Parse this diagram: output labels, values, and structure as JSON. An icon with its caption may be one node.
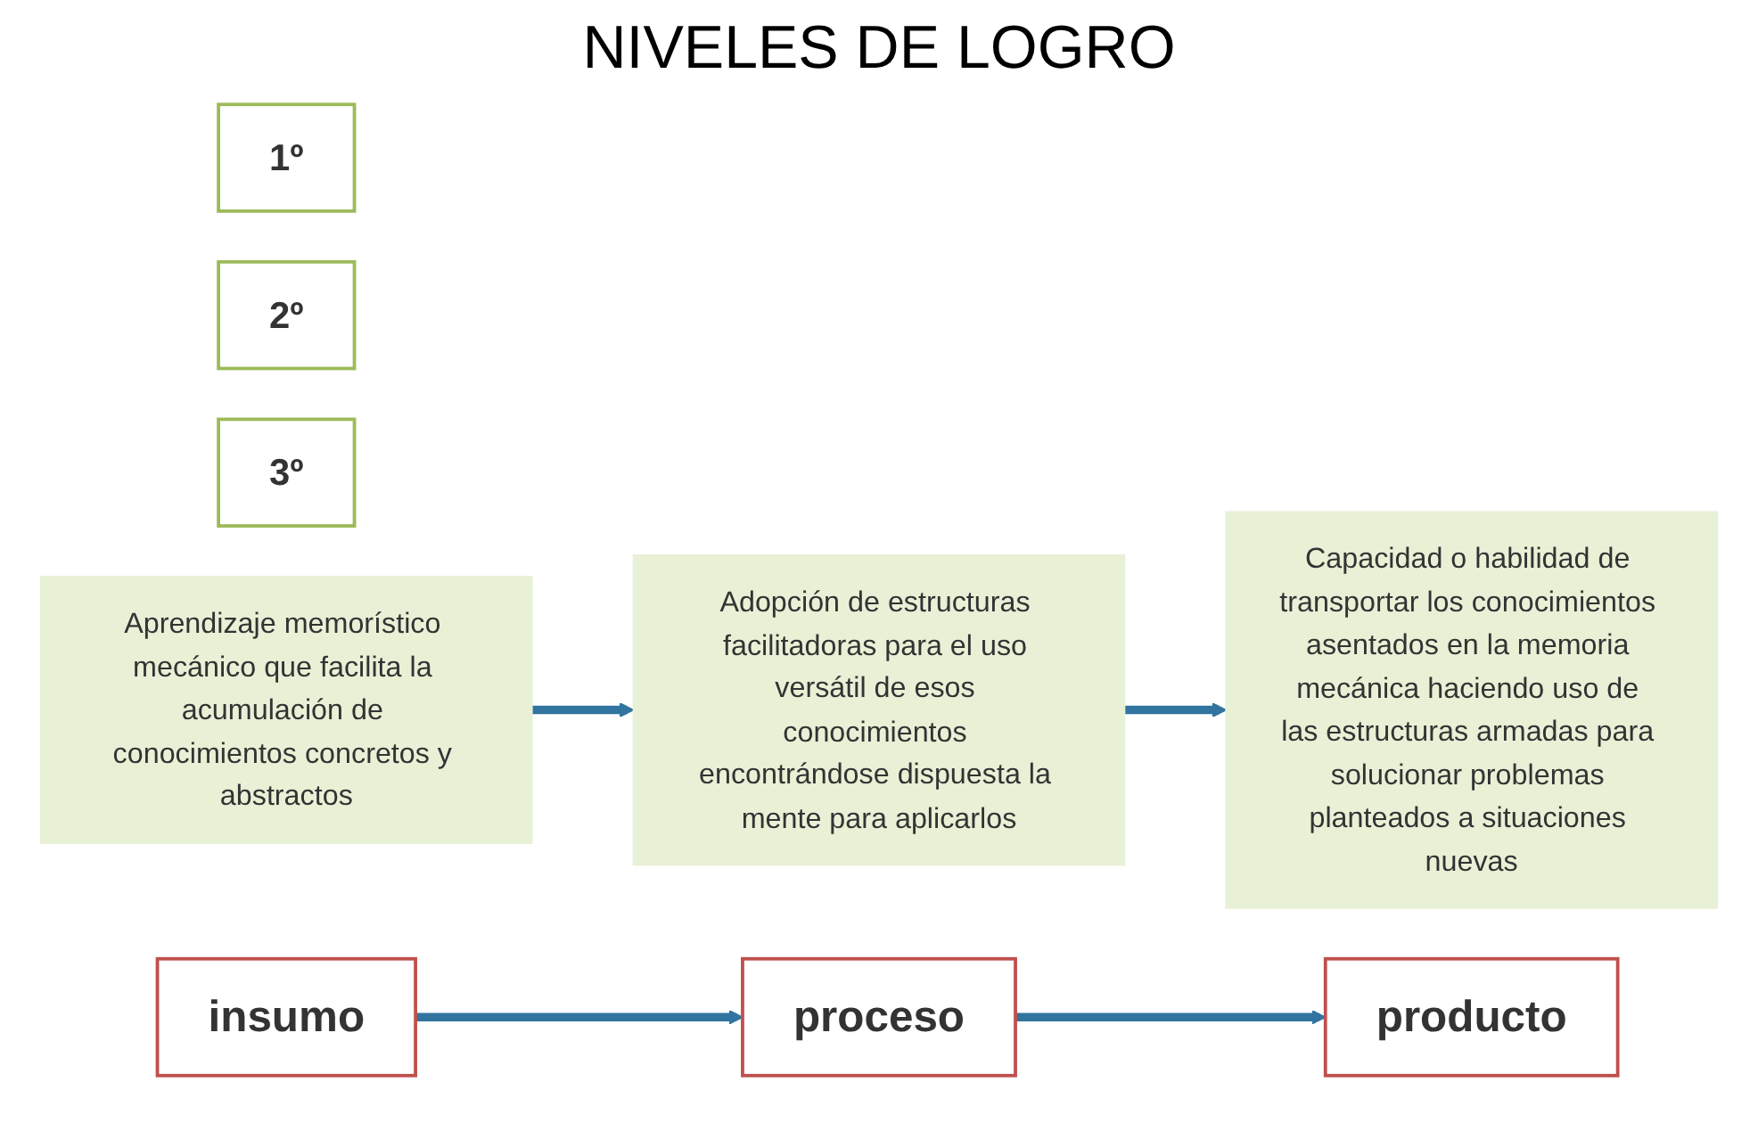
{
  "diagram": {
    "title": "NIVELES DE LOGRO",
    "nodes": [
      {
        "text": [
          "1º"
        ]
      },
      {
        "text": [
          "2º"
        ]
      },
      {
        "text": [
          "3º"
        ]
      },
      {
        "text": [
          "Aprendizaje memorístico mecánico que facilita la acumulación de conocimientos concretos y abstractos"
        ]
      },
      {
        "text": [
          "Adopción de estructuras facilitadoras para el uso versátil de esos conocimientos encontrándose dispuesta la mente para aplicarlos"
        ]
      },
      {
        "text": [
          "Capacidad o habilidad de transportar los conocimientos asentados en la memoria mecánica haciendo uso de las estructuras armadas para solucionar problemas planteados a situaciones nuevas"
        ]
      },
      {
        "text": [
          "insumo"
        ]
      },
      {
        "text": [
          "proceso"
        ]
      },
      {
        "text": [
          "producto"
        ]
      }
    ],
    "edges": [
      {
        "from": 3,
        "to": 4,
        "arrow": "to"
      },
      {
        "from": 4,
        "to": 5,
        "arrow": "to"
      },
      {
        "from": 6,
        "to": 7,
        "arrow": "to"
      },
      {
        "from": 7,
        "to": 8,
        "arrow": "to"
      }
    ]
  }
}
